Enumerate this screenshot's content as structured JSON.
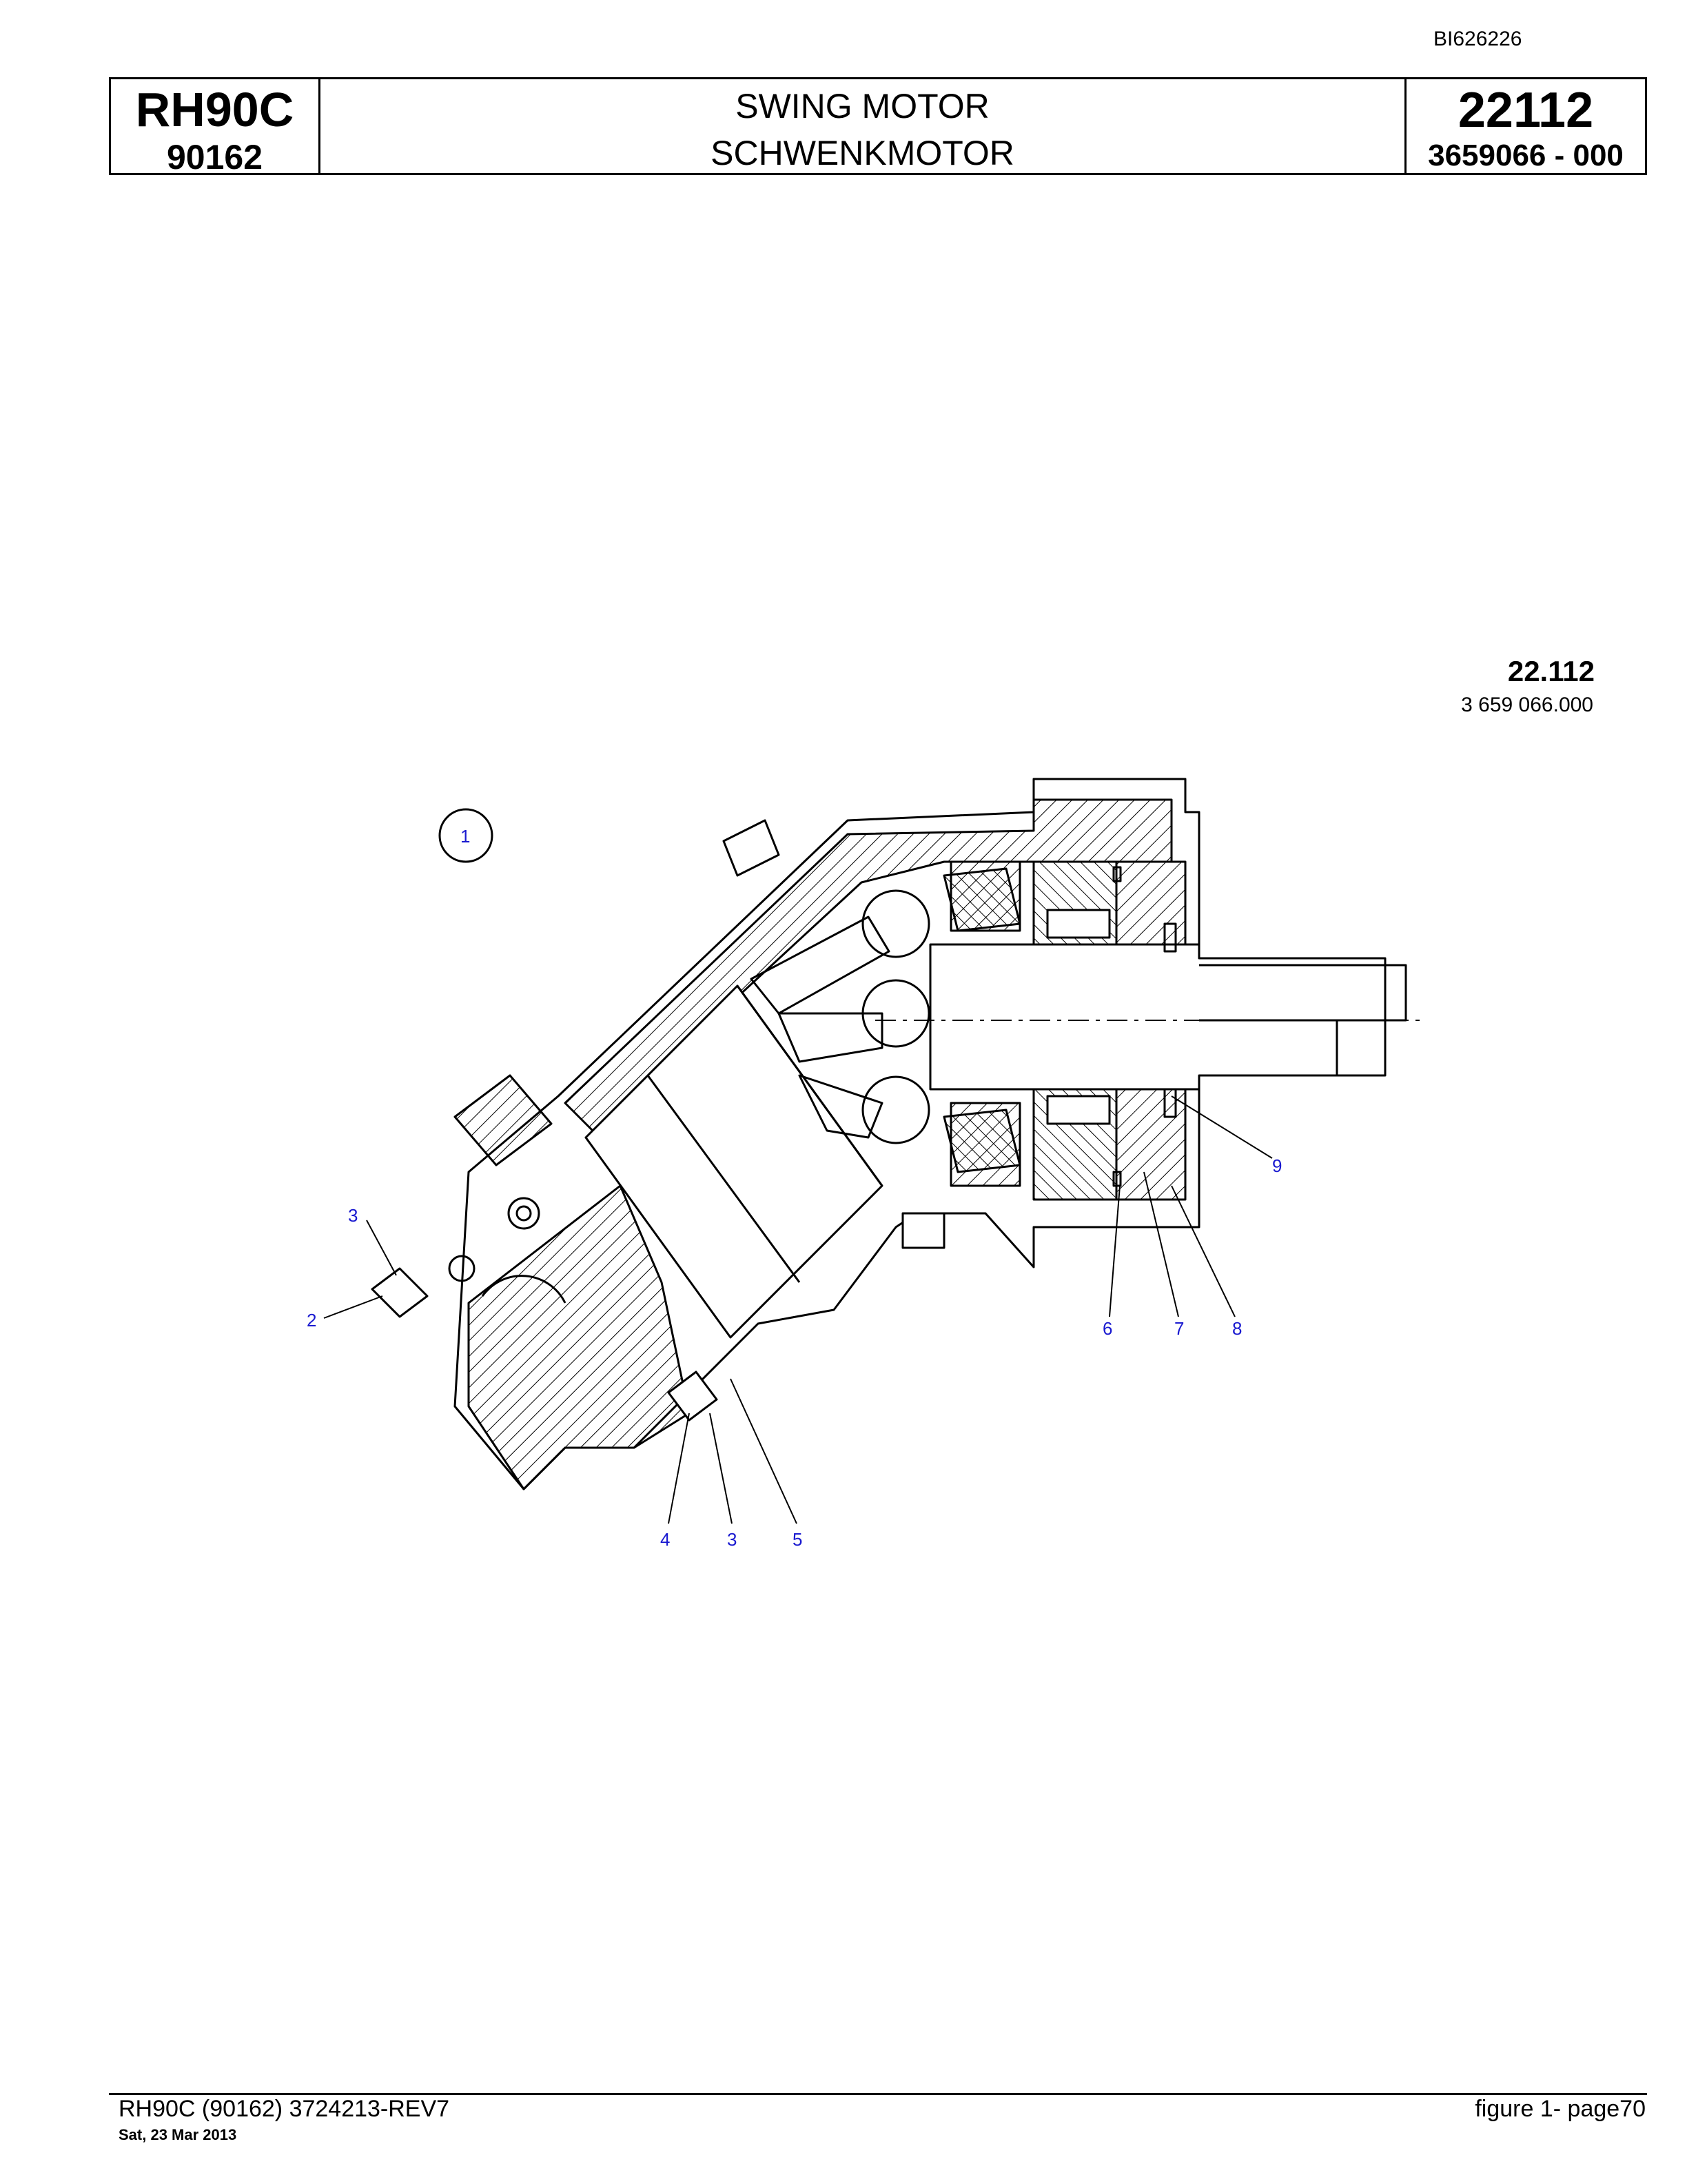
{
  "header": {
    "doc_id": "BI626226",
    "model": "RH90C",
    "model_code": "90162",
    "title_en": "SWING MOTOR",
    "title_de": "SCHWENKMOTOR",
    "group_no": "22112",
    "group_part_no": "3659066  - 000"
  },
  "figure": {
    "group_label": "22.112",
    "part_label": "3 659 066.000",
    "callouts": [
      "1",
      "2",
      "3",
      "3",
      "4",
      "5",
      "6",
      "7",
      "8",
      "9"
    ]
  },
  "footer": {
    "left": "RH90C (90162) 3724213-REV7",
    "date": "Sat, 23 Mar 2013",
    "right": "figure  1- page70"
  }
}
